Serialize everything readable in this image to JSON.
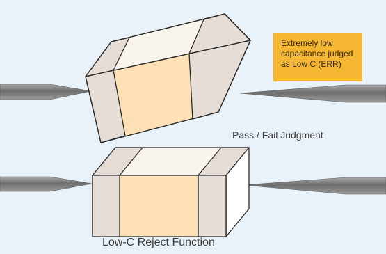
{
  "labels": {
    "callout": "Extremely low\ncapacitance judged\nas Low C (ERR)",
    "pass_fail": "Pass / Fail Judgment",
    "low_c_reject": "Low-C Reject Function"
  },
  "colors": {
    "background": "#e9f1f9",
    "callout_fill": "#f5b731",
    "capacitor_body": "#fde0b5",
    "capacitor_electrode": "#e6ddd7",
    "probe": "#7d7d7d"
  },
  "icons": {
    "probes": "probe-needle-icon",
    "component": "chip-capacitor-icon"
  }
}
